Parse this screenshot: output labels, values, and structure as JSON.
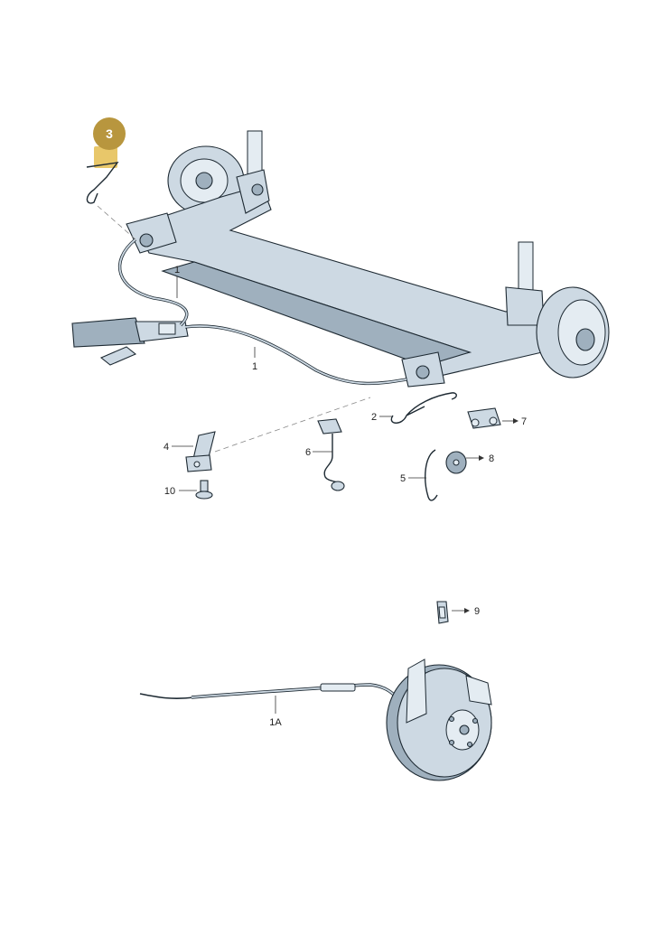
{
  "badge": {
    "label": "3",
    "color": "#b8963e"
  },
  "callouts": {
    "c1_upper": "1",
    "c1_lower": "1",
    "c2": "2",
    "c4": "4",
    "c5": "5",
    "c6": "6",
    "c7": "7",
    "c8": "8",
    "c9": "9",
    "c10": "10",
    "c1a": "1A"
  },
  "colors": {
    "part_fill": "#cdd9e3",
    "outline": "#1e2a33",
    "highlight": "#e8c76a"
  }
}
